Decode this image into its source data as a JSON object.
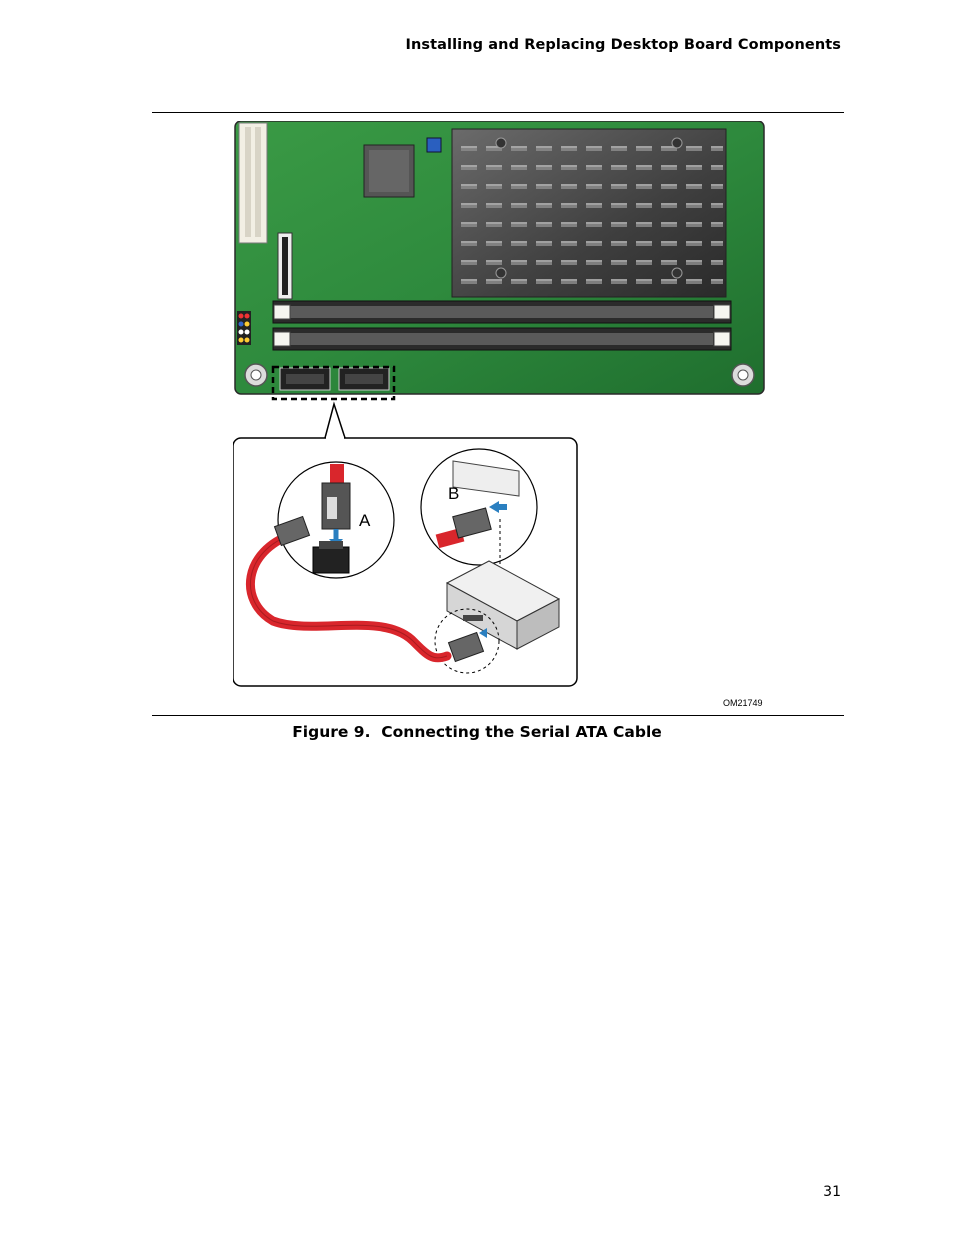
{
  "header": {
    "title": "Installing and Replacing Desktop Board Components"
  },
  "figure": {
    "caption_number": "Figure 9.",
    "caption_title": "Connecting the Serial ATA Cable",
    "callout_a": "A",
    "callout_b": "B",
    "figure_id": "OM21749"
  },
  "footer": {
    "page_number": "31"
  },
  "colors": {
    "board_green": "#2f8a3a",
    "heatsink": "#4a4a4a",
    "cable_red": "#d9262c",
    "accent_blue": "#2a7fc0"
  }
}
